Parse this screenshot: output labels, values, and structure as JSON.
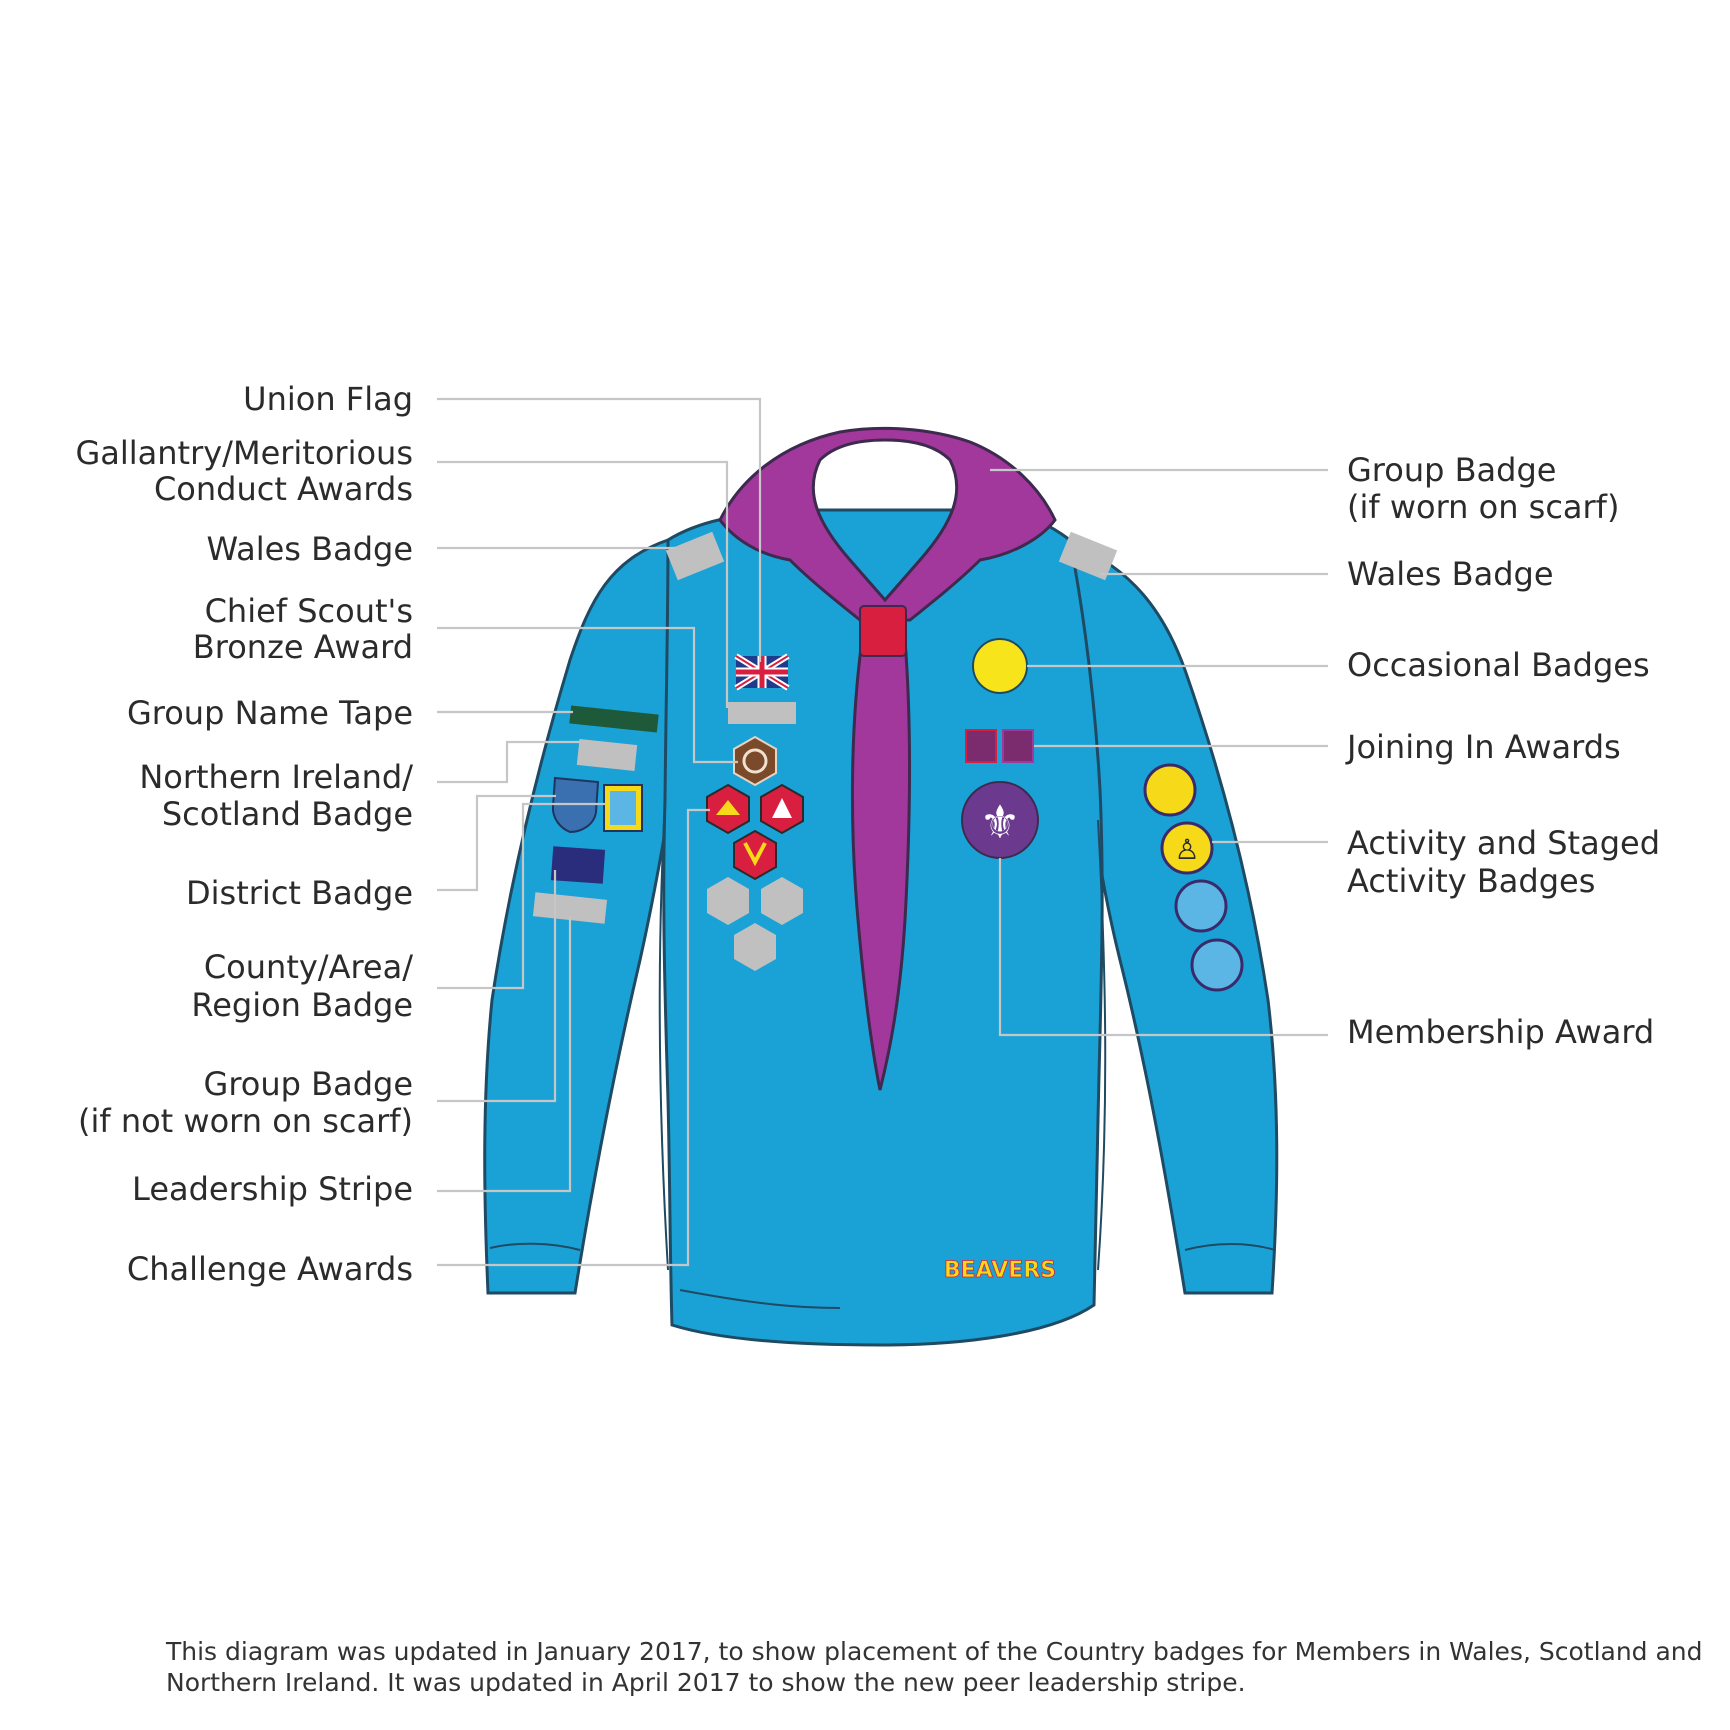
{
  "labels_left": {
    "union_flag": "Union Flag",
    "gallantry_1": "Gallantry/Meritorious",
    "gallantry_2": "Conduct Awards",
    "wales_badge": "Wales Badge",
    "chief_scout_1": "Chief Scout's",
    "chief_scout_2": "Bronze Award",
    "group_name_tape": "Group Name Tape",
    "ni_scotland_1": "Northern Ireland/",
    "ni_scotland_2": "Scotland Badge",
    "district_badge": "District Badge",
    "county_1": "County/Area/",
    "county_2": "Region Badge",
    "group_badge_1": "Group Badge",
    "group_badge_2": "(if not worn on scarf)",
    "leadership_stripe": "Leadership Stripe",
    "challenge_awards": "Challenge Awards"
  },
  "labels_right": {
    "group_badge_1": "Group Badge",
    "group_badge_2": "(if worn on scarf)",
    "wales_badge": "Wales Badge",
    "occasional_badges": "Occasional Badges",
    "joining_in_awards": "Joining In Awards",
    "activity_1": "Activity and Staged",
    "activity_2": "Activity Badges",
    "membership_award": "Membership Award"
  },
  "footnote": {
    "line1": "This diagram was updated in January 2017, to show placement of the Country badges for Members in Wales, Scotland and",
    "line2": "Northern Ireland. It was updated in April 2017 to show the new peer leadership stripe."
  },
  "logo_text": "BEAVERS",
  "colors": {
    "jumper": "#1aa2d6",
    "jumper_outline": "#1f4a63",
    "scarf": "#a2379c",
    "woggle": "#d81f3f",
    "placeholder": "#c0c0c0",
    "occasional": "#f7e41b",
    "membership": "#6b3a8f",
    "activity_yellow": "#f6d918",
    "activity_blue": "#5bb6e6",
    "leader_line": "#c6c6c6"
  }
}
